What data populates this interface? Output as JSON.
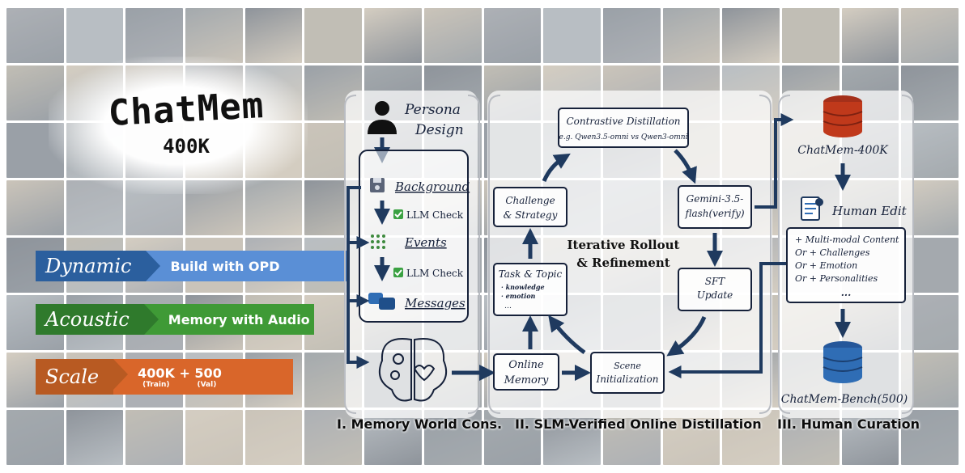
{
  "brand": {
    "title": "ChatMem",
    "subtitle": "400K"
  },
  "features": [
    {
      "tag": "Dynamic",
      "label": "Build with OPD",
      "tag_color": "#2b5f9e",
      "bar_color": "#5a8fd6"
    },
    {
      "tag": "Acoustic",
      "label": "Memory with Audio",
      "tag_color": "#2f7a2c",
      "bar_color": "#3f9a36"
    },
    {
      "tag": "Scale",
      "label": "400K + 500",
      "tag_color": "#b85a22",
      "bar_color": "#d9662a",
      "sub_train": "(Train)",
      "sub_val": "(Val)"
    }
  ],
  "stage1": {
    "persona": "Persona",
    "design": "Design",
    "background": "Background",
    "check1": "LLM Check",
    "events": "Events",
    "check2": "LLM Check",
    "messages": "Messages",
    "title": "I. Memory World Cons."
  },
  "stage2": {
    "contrastive_title": "Contrastive Distillation",
    "contrastive_sub": "e.g. Qwen3.5-omni vs Qwen3-omni",
    "challenge_l1": "Challenge",
    "challenge_l2": "& Strategy",
    "gemini_l1": "Gemini-3.5-",
    "gemini_l2": "flash(verify)",
    "center_l1": "Iterative Rollout",
    "center_l2": "& Refinement",
    "task_title": "Task & Topic",
    "task_b1": "· knowledge",
    "task_b2": "· emotion",
    "task_b3": "…",
    "sft_l1": "SFT",
    "sft_l2": "Update",
    "online_l1": "Online",
    "online_l2": "Memory",
    "scene_l1": "Scene",
    "scene_l2": "Initialization",
    "title": "II. SLM-Verified Online Distillation"
  },
  "stage3": {
    "dataset": "ChatMem-400K",
    "edit": "Human Edit",
    "items": [
      "+ Multi-modal Content",
      "Or + Challenges",
      "Or + Emotion",
      "Or + Personalities"
    ],
    "more": "...",
    "bench": "ChatMem-Bench(500)",
    "title": "III. Human Curation"
  },
  "colors": {
    "navy": "#1f3a5f",
    "box_border": "#16213a",
    "db_top": "#c0391b",
    "db_bottom": "#2f6db5"
  }
}
